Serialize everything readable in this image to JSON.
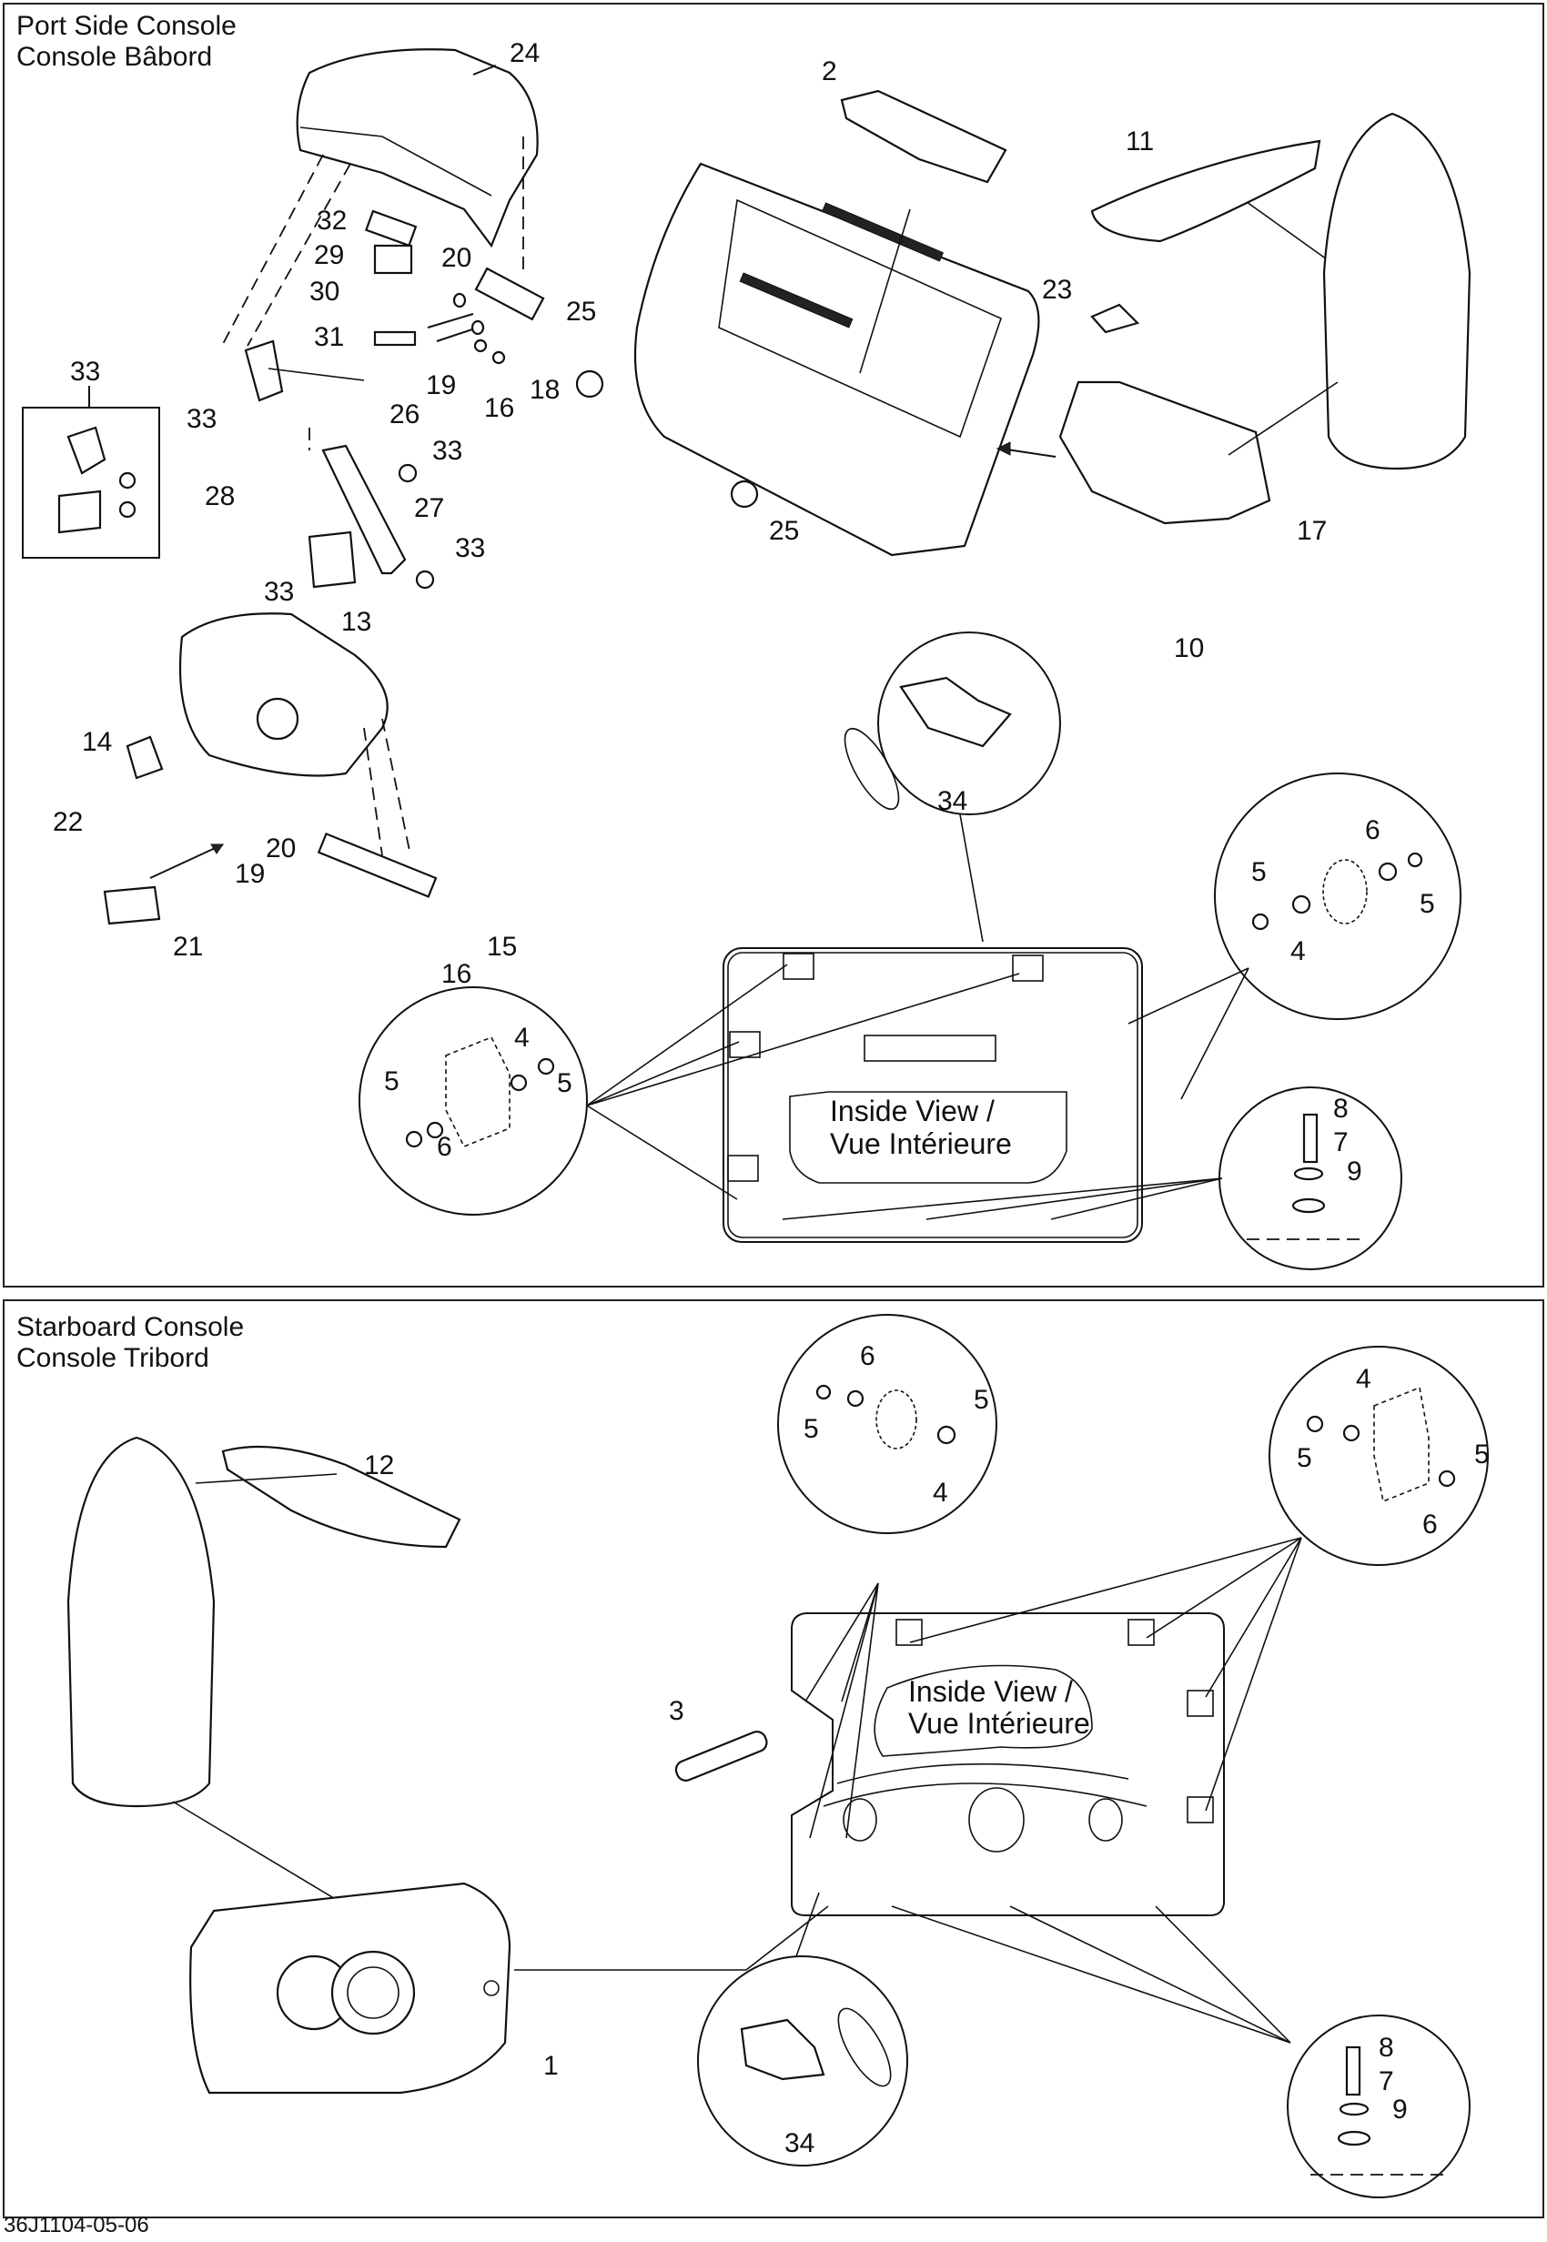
{
  "sections": {
    "top": {
      "title_en": "Port Side Console",
      "title_fr": "Console Bâbord"
    },
    "bottom": {
      "title_en": "Starboard Console",
      "title_fr": "Console Tribord"
    }
  },
  "inside_view": {
    "line1": "Inside View /",
    "line2": "Vue Intérieure"
  },
  "document_id": "36J1104-05-06",
  "top_labels": [
    "24",
    "2",
    "11",
    "32",
    "29",
    "20",
    "30",
    "25",
    "31",
    "19",
    "16",
    "18",
    "23",
    "33",
    "33",
    "26",
    "33",
    "28",
    "27",
    "33",
    "33",
    "25",
    "17",
    "13",
    "10",
    "14",
    "34",
    "6",
    "5",
    "5",
    "4",
    "22",
    "20",
    "19",
    "21",
    "15",
    "16",
    "4",
    "5",
    "5",
    "6",
    "8",
    "7",
    "9"
  ],
  "bottom_labels": [
    "12",
    "6",
    "5",
    "5",
    "4",
    "4",
    "5",
    "5",
    "6",
    "3",
    "1",
    "34",
    "8",
    "7",
    "9"
  ]
}
